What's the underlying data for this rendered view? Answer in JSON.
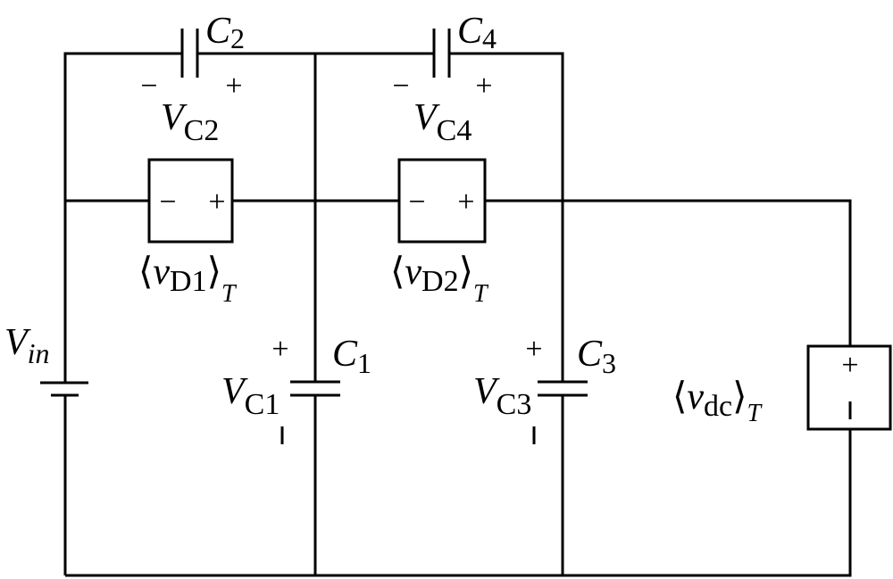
{
  "labels": {
    "c2": {
      "main": "C",
      "sub": "2"
    },
    "c4": {
      "main": "C",
      "sub": "4"
    },
    "c1": {
      "main": "C",
      "sub": "1"
    },
    "c3": {
      "main": "C",
      "sub": "3"
    },
    "vc2": {
      "main": "V",
      "sub": "C2"
    },
    "vc4": {
      "main": "V",
      "sub": "C4"
    },
    "vc1": {
      "main": "V",
      "sub": "C1"
    },
    "vc3": {
      "main": "V",
      "sub": "C3"
    },
    "vin": {
      "main": "V",
      "sub": "in"
    },
    "vd1": {
      "open": "⟨",
      "main": "v",
      "sub": "D1",
      "close": "⟩",
      "subT": "T"
    },
    "vd2": {
      "open": "⟨",
      "main": "v",
      "sub": "D2",
      "close": "⟩",
      "subT": "T"
    },
    "vdc": {
      "open": "⟨",
      "main": "v",
      "sub": "dc",
      "close": "⟩",
      "subT": "T"
    }
  },
  "signs": {
    "plus": "+",
    "minus": "−"
  }
}
